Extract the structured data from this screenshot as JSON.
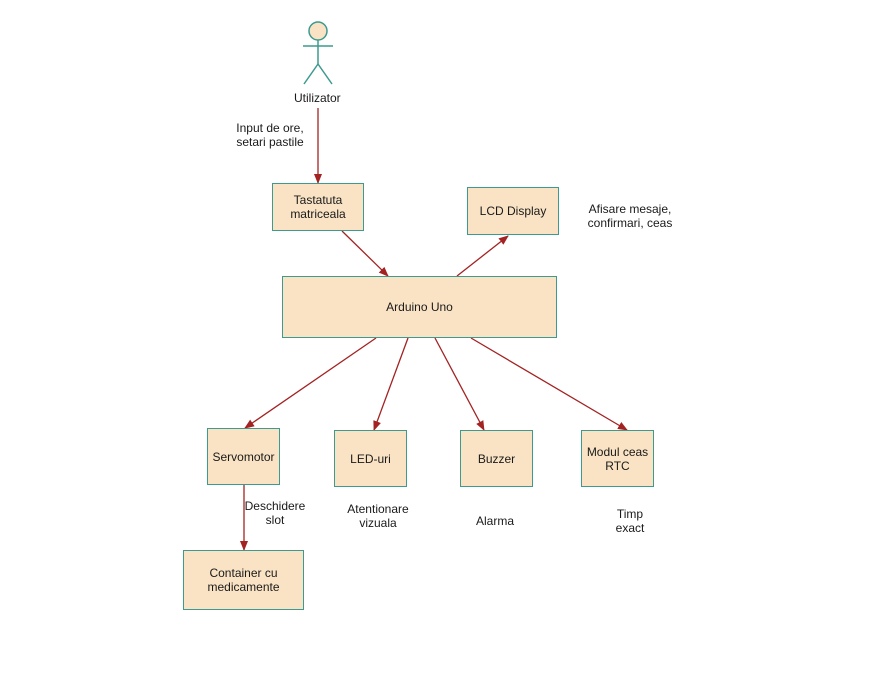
{
  "actor": {
    "label": "Utilizator"
  },
  "nodes": {
    "keypad": "Tastatuta\nmatriceala",
    "lcd": "LCD Display",
    "arduino": "Arduino Uno",
    "servo": "Servomotor",
    "led": "LED-uri",
    "buzzer": "Buzzer",
    "rtc": "Modul ceas\nRTC",
    "container": "Container cu\nmedicamente"
  },
  "annotations": {
    "input": "Input de ore,\nsetari pastile",
    "lcd": "Afisare mesaje,\nconfirmari, ceas",
    "servo": "Deschidere\nslot",
    "led": "Atentionare\nvizuala",
    "buzzer": "Alarma",
    "rtc": "Timp\nexact"
  },
  "colors": {
    "box_fill": "#f9e3c4",
    "box_border": "#3c9a8e",
    "arrow": "#a32222",
    "actor_fill": "#f9e3c4",
    "actor_stroke": "#3c9a8e"
  }
}
